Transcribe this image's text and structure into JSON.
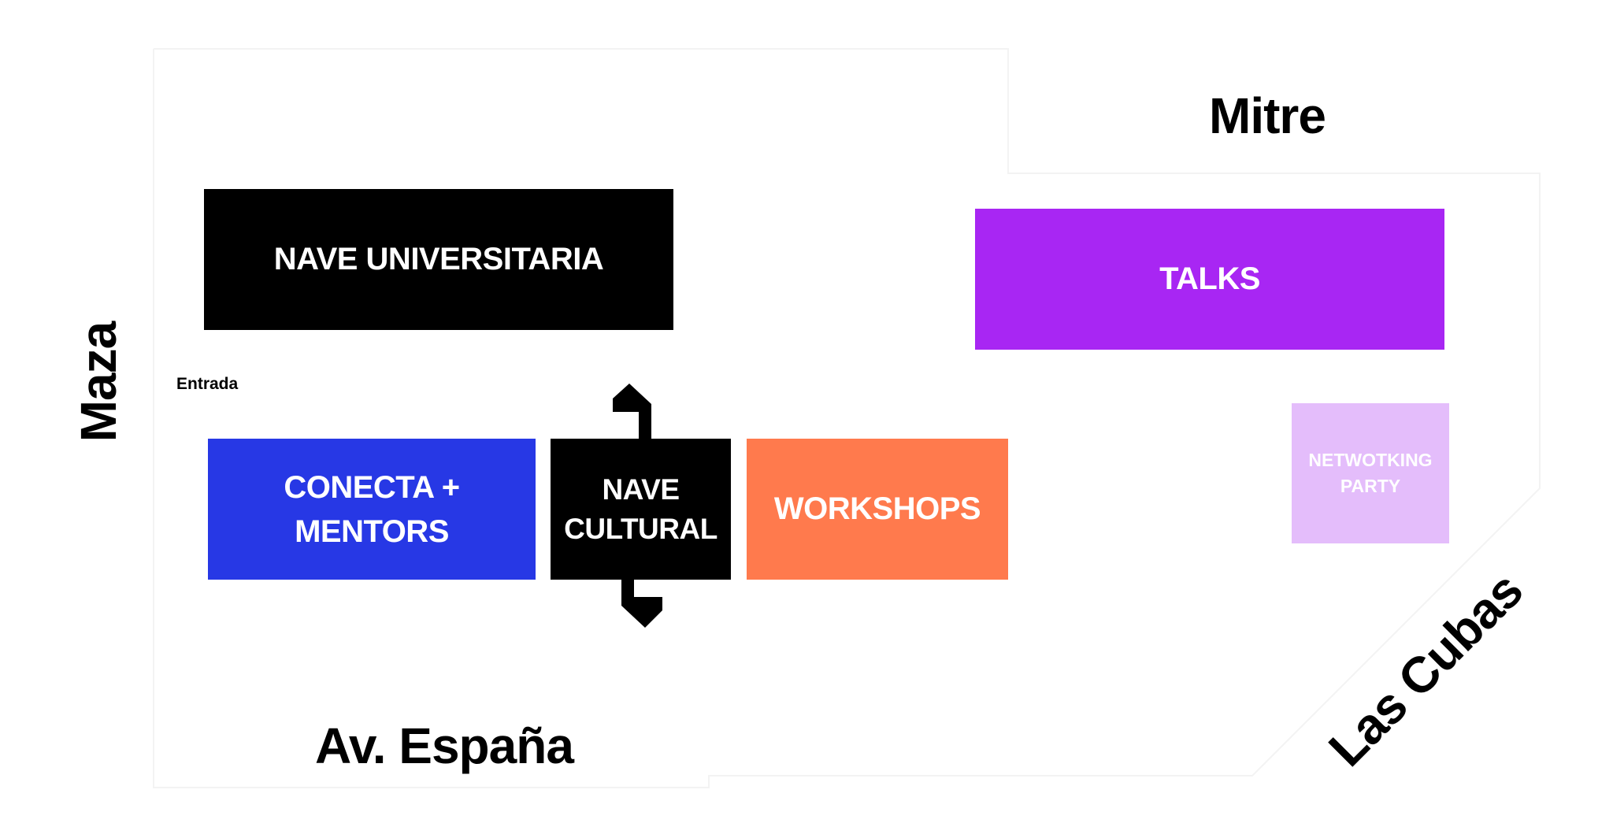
{
  "streets": {
    "north": "Mitre",
    "south": "Av. España",
    "west": "Maza",
    "southeast": "Las Cubas"
  },
  "entrance": {
    "label": "Entrada"
  },
  "zones": {
    "nave_universitaria": {
      "label": "NAVE UNIVERSITARIA",
      "color": "#000000"
    },
    "talks": {
      "label": "TALKS",
      "color": "#A826F3"
    },
    "networking_party": {
      "label": "NETWOTKING\nPARTY",
      "color": "#E4BDFB"
    },
    "conecta_mentors": {
      "label": "CONECTA +\nMENTORS",
      "color": "#2738E5"
    },
    "nave_cultural": {
      "label": "NAVE\nCULTURAL",
      "color": "#000000"
    },
    "workshops": {
      "label": "WORKSHOPS",
      "color": "#FF7A4D"
    }
  },
  "colors": {
    "background": "#FFFFFF",
    "text": "#000000",
    "label_on_zone": "#FFFFFF"
  },
  "icons": {
    "passage_north": "chevron-up-icon",
    "passage_south": "chevron-down-icon"
  }
}
